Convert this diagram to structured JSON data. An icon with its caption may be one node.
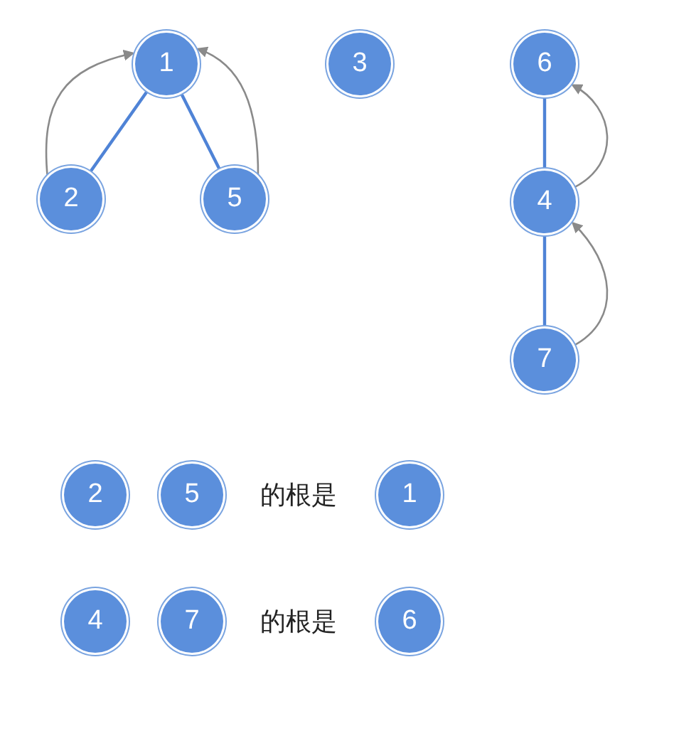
{
  "diagram": {
    "nodes": [
      {
        "text": [
          "1"
        ]
      },
      {
        "text": [
          "3"
        ]
      },
      {
        "text": [
          "6"
        ]
      },
      {
        "text": [
          "2"
        ]
      },
      {
        "text": [
          "5"
        ]
      },
      {
        "text": [
          "4"
        ]
      },
      {
        "text": [
          "7"
        ]
      },
      {
        "text": [
          "2"
        ]
      },
      {
        "text": [
          "5"
        ]
      },
      {
        "text": [
          "1"
        ]
      },
      {
        "text": [
          "4"
        ]
      },
      {
        "text": [
          "7"
        ]
      },
      {
        "text": [
          "6"
        ]
      }
    ],
    "edges": [
      {
        "from": 3,
        "to": 0,
        "arrow": "none"
      },
      {
        "from": 4,
        "to": 0,
        "arrow": "none"
      },
      {
        "from": 2,
        "to": 5,
        "arrow": "none"
      },
      {
        "from": 5,
        "to": 6,
        "arrow": "none"
      },
      {
        "from": 3,
        "to": 0,
        "arrow": "to",
        "color": "#8a8a8a"
      },
      {
        "from": 4,
        "to": 0,
        "arrow": "to",
        "color": "#8a8a8a"
      },
      {
        "from": 5,
        "to": 2,
        "arrow": "to",
        "color": "#8a8a8a"
      },
      {
        "from": 6,
        "to": 5,
        "arrow": "to",
        "color": "#8a8a8a"
      }
    ],
    "labels": [
      "的根是",
      "的根是"
    ]
  }
}
